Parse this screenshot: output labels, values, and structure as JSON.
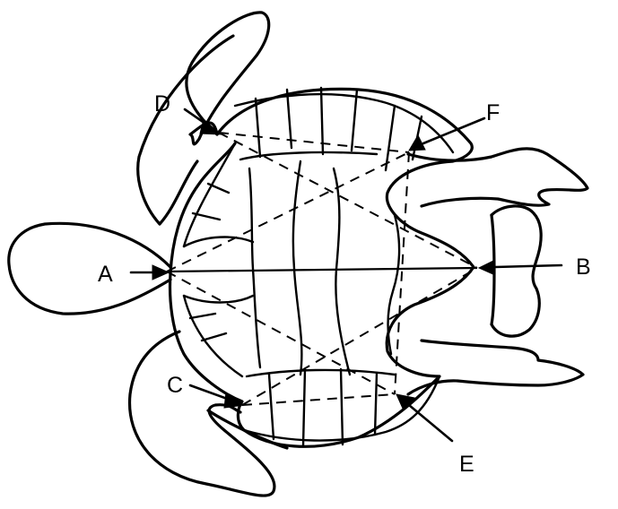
{
  "points": {
    "a": "A",
    "b": "B",
    "c": "C",
    "d": "D",
    "e": "E",
    "f": "F"
  }
}
